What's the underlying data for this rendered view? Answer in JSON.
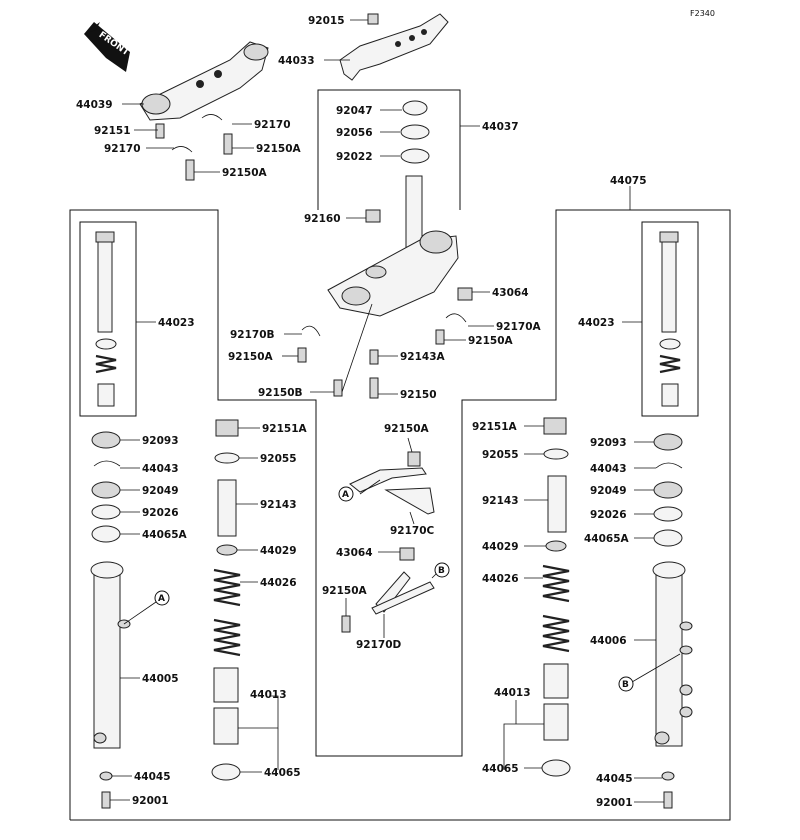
{
  "diagram_id": "F2340",
  "front_label": "FRONT",
  "callouts": {
    "a": "A",
    "b": "B"
  },
  "parts": {
    "p92015": "92015",
    "p44033": "44033",
    "p44039": "44039",
    "p92151_top": "92151",
    "p92170_top_left": "92170",
    "p92170_top_right": "92170",
    "p92150a_top_right": "92150A",
    "p92150a_top_bottom": "92150A",
    "p92047": "92047",
    "p92056": "92056",
    "p92022": "92022",
    "p44037": "44037",
    "p44075": "44075",
    "p92160": "92160",
    "p43064_upper": "43064",
    "p92170a": "92170A",
    "p92150a_center_right": "92150A",
    "p92170b": "92170B",
    "p92150a_center_left": "92150A",
    "p92143a": "92143A",
    "p92150b": "92150B",
    "p92150": "92150",
    "p44023_left": "44023",
    "p44023_right": "44023",
    "p92093_left": "92093",
    "p44043_left": "44043",
    "p92049_left": "92049",
    "p92026_left": "92026",
    "p44065a_left": "44065A",
    "p44005": "44005",
    "p44045_left": "44045",
    "p92001_left": "92001",
    "p92151a_left": "92151A",
    "p92055_left": "92055",
    "p92143_left": "92143",
    "p44029_left": "44029",
    "p44026_left": "44026",
    "p44013_left": "44013",
    "p44065_left": "44065",
    "p92150a_mid": "92150A",
    "p92170c": "92170C",
    "p43064_lower": "43064",
    "p92150a_lower": "92150A",
    "p92170d": "92170D",
    "p92151a_right": "92151A",
    "p92055_right": "92055",
    "p92143_right": "92143",
    "p44029_right": "44029",
    "p44026_right": "44026",
    "p44013_right": "44013",
    "p44065_right": "44065",
    "p92093_right": "92093",
    "p44043_right": "44043",
    "p92049_right": "92049",
    "p92026_right": "92026",
    "p44065a_right": "44065A",
    "p44006": "44006",
    "p44045_right": "44045",
    "p92001_right": "92001"
  }
}
